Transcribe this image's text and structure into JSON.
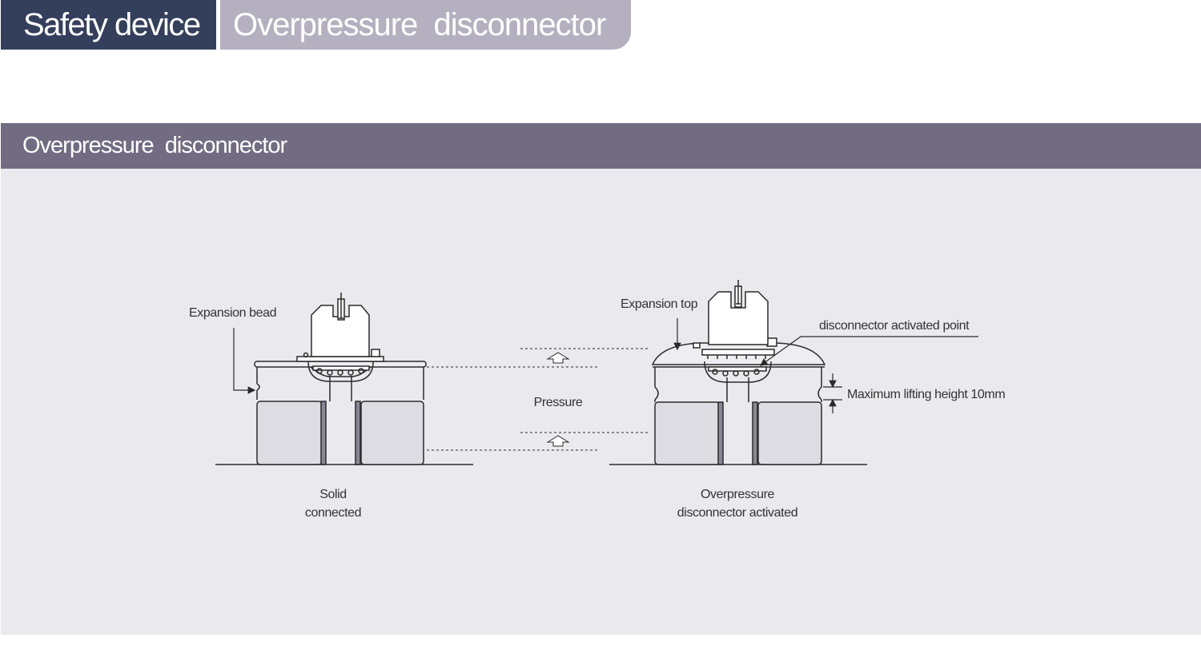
{
  "header": {
    "category_tab": "Safety device",
    "title_tab": "Overpressure  disconnector"
  },
  "section": {
    "title": "Overpressure  disconnector"
  },
  "diagram": {
    "labels": {
      "expansion_bead": "Expansion bead",
      "expansion_top": "Expansion top",
      "activated_point": "disconnector activated point",
      "max_lifting": "Maximum lifting height 10mm",
      "pressure": "Pressure"
    },
    "captions": {
      "left_line1": "Solid",
      "left_line2": "connected",
      "right_line1": "Overpressure",
      "right_line2": "disconnector activated"
    },
    "colors": {
      "line": "#2a2a2a",
      "body_fill": "#dedce3",
      "top_fill": "#eeedf1",
      "rod": "#8a8694"
    }
  }
}
